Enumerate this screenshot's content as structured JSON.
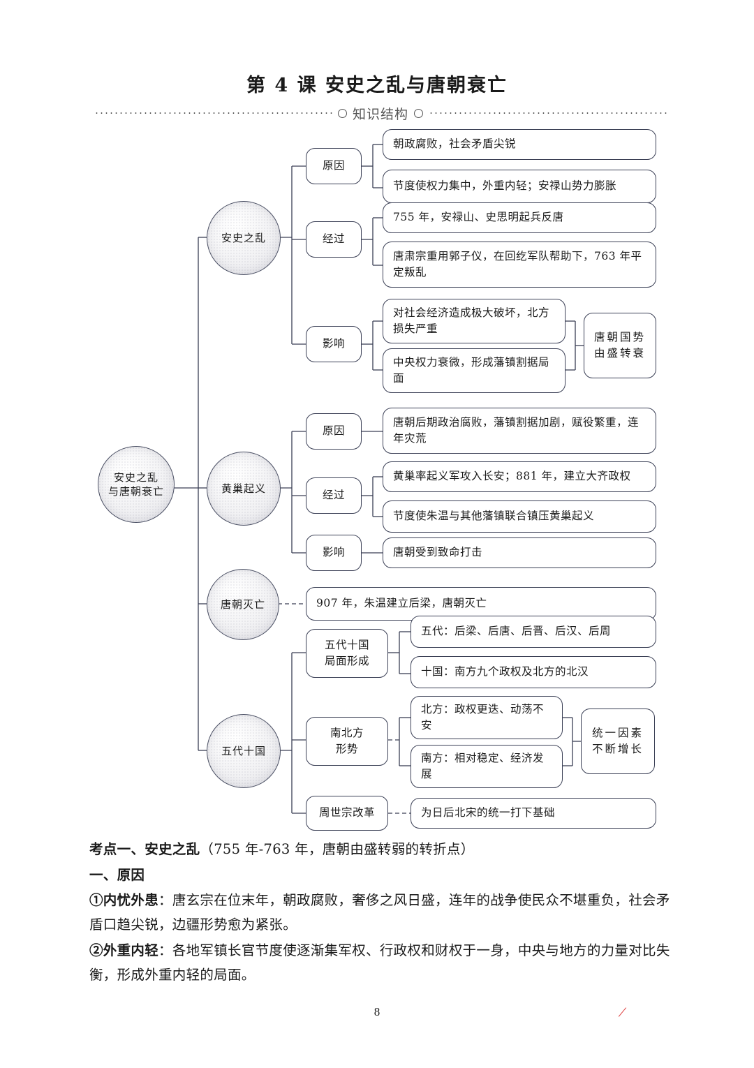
{
  "header": {
    "title": "第 4 课   安史之乱与唐朝衰亡",
    "section_label": "知识结构"
  },
  "mindmap": {
    "root": "安史之乱\n与唐朝衰亡",
    "root_line1": "安史之乱",
    "root_line2": "与唐朝衰亡",
    "branches": [
      {
        "node": "安史之乱",
        "groups": [
          {
            "label": "原因",
            "items": [
              "朝政腐败，社会矛盾尖锐",
              "节度使权力集中，外重内轻；安禄山势力膨胀"
            ]
          },
          {
            "label": "经过",
            "items": [
              "755 年，安禄山、史思明起兵反唐",
              "唐肃宗重用郭子仪，在回纥军队帮助下，763 年平定叛乱"
            ]
          },
          {
            "label": "影响",
            "items": [
              "对社会经济造成极大破坏，北方损失严重",
              "中央权力衰微，形成藩镇割据局面"
            ],
            "summary": "唐朝国势由盛转衰"
          }
        ]
      },
      {
        "node": "黄巢起义",
        "groups": [
          {
            "label": "原因",
            "items": [
              "唐朝后期政治腐败，藩镇割据加剧，赋役繁重，连年灾荒"
            ]
          },
          {
            "label": "经过",
            "items": [
              "黄巢率起义军攻入长安；881 年，建立大齐政权",
              "节度使朱温与其他藩镇联合镇压黄巢起义"
            ]
          },
          {
            "label": "影响",
            "items": [
              "唐朝受到致命打击"
            ]
          }
        ]
      },
      {
        "node": "唐朝灭亡",
        "groups": [
          {
            "label": "",
            "items": [
              "907 年，朱温建立后梁，唐朝灭亡"
            ]
          }
        ]
      },
      {
        "node": "五代十国",
        "groups": [
          {
            "label": "五代十国\n局面形成",
            "label_line1": "五代十国",
            "label_line2": "局面形成",
            "items": [
              "五代：后梁、后唐、后晋、后汉、后周",
              "十国：南方九个政权及北方的北汉"
            ]
          },
          {
            "label": "南北方\n形势",
            "label_line1": "南北方",
            "label_line2": "形势",
            "items": [
              "北方：政权更迭、动荡不安",
              "南方：相对稳定、经济发展"
            ],
            "summary": "统一因素不断增长"
          },
          {
            "label": "周世宗改革",
            "items": [
              "为日后北宋的统一打下基础"
            ]
          }
        ]
      }
    ]
  },
  "body": {
    "heading1_bold": "考点一、安史之乱",
    "heading1_rest": "（755 年-763 年，唐朝由盛转弱的转折点）",
    "heading2": "一、原因",
    "p1_bold": "①内忧外患",
    "p1_rest": "：唐玄宗在位末年，朝政腐败，奢侈之风日盛，连年的战争使民众不堪重负，社会矛盾口趋尖锐，边疆形势愈为紧张。",
    "p2_bold": "②外重内轻",
    "p2_rest": "：各地军镇长官节度使逐渐集军权、行政权和财权于一身，中央与地方的力量对比失衡，形成外重内轻的局面。"
  },
  "footer": {
    "page_number": "8",
    "mark": "/"
  }
}
